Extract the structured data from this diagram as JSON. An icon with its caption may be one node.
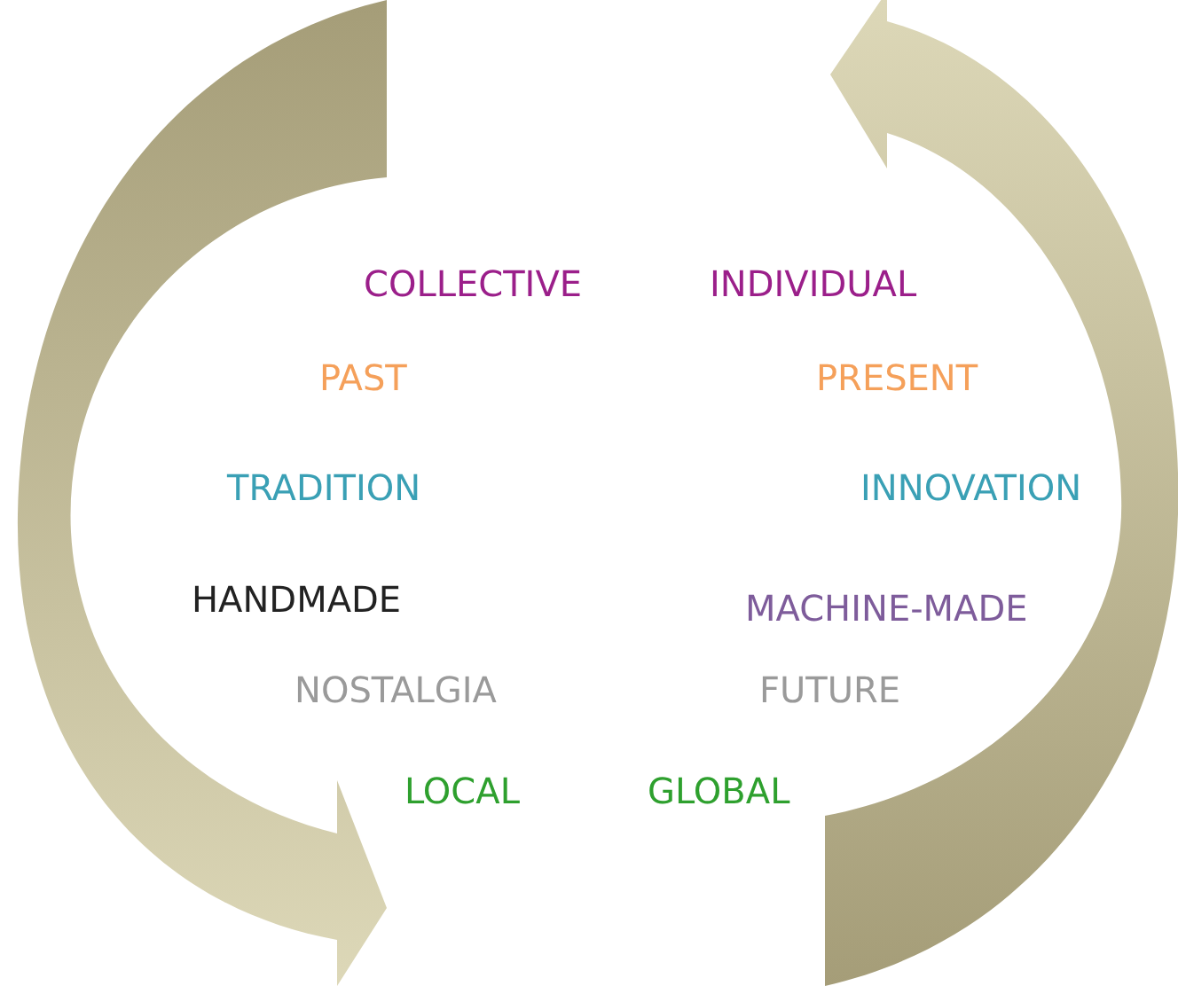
{
  "diagram": {
    "labels": [
      "COLLECTIVE",
      "INDIVIDUAL",
      "PAST",
      "PRESENT",
      "TRADITION",
      "INNOVATION",
      "HANDMADE",
      "MACHINE-MADE",
      "NOSTALGIA",
      "FUTURE",
      "LOCAL",
      "GLOBAL"
    ]
  }
}
